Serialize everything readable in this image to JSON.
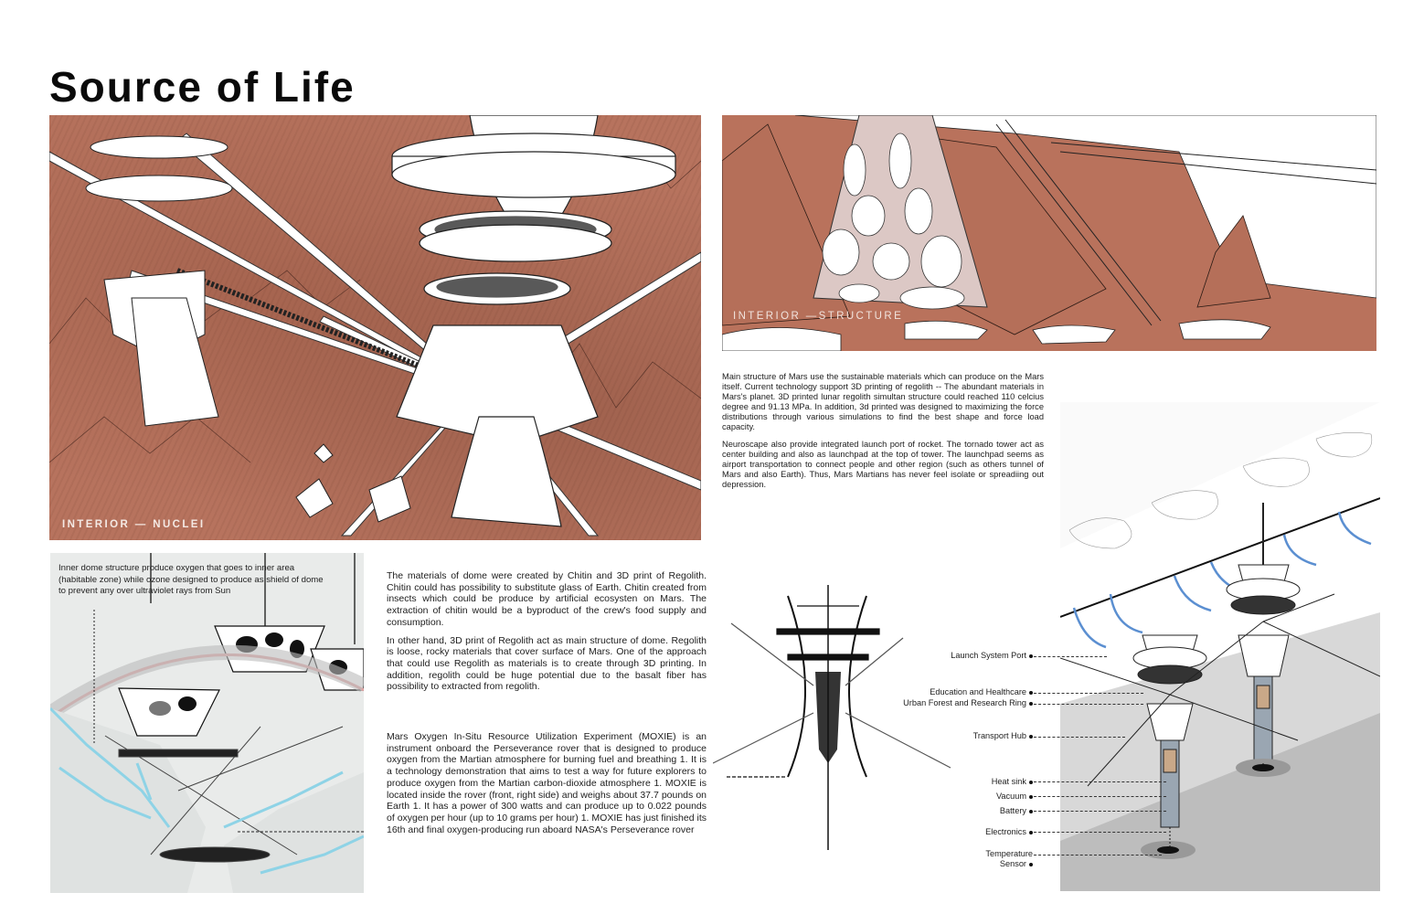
{
  "page": {
    "title": "Source of Life"
  },
  "panels": {
    "nuclei": {
      "label": "INTERIOR — NUCLEI",
      "colors": {
        "terrain": "#b7735e",
        "structure": "#ffffff",
        "line": "#2a1a14"
      }
    },
    "structure": {
      "label": "INTERIOR —STRUCTURE",
      "colors": {
        "terrain": "#b9725c",
        "lattice": "#d9c3c0"
      }
    },
    "dome": {
      "caption": "Inner dome structure produce oxygen that goes to inner area (habitable zone) while ozone designed to produce as shield of dome to prevent any over ultraviolet rays from Sun",
      "colors": {
        "background": "#e9ebea",
        "water": "#8ed3e6",
        "ozone": "#e2a3a3"
      }
    },
    "tower": {
      "colors": {
        "arrows": "#5b8fd1",
        "ground": "#bdbdbd"
      }
    }
  },
  "texts": {
    "structure": [
      "Main structure of Mars use the sustainable materials which can produce on the Mars itself. Current technology support 3D printing of regolith -- The abundant materials in Mars's planet. 3D printed lunar regolith simultan structure could reached 110 celcius degree and 91.13 MPa. In addition, 3d printed was designed to maximizing the force distributions through various simulations to find the best shape and force load capacity.",
      "Neuroscape also provide integrated launch port of rocket. The tornado tower act as center building and also as launchpad at the top of tower.  The launchpad seems as airport transportation to connect people and other region (such as others tunnel of Mars and also Earth). Thus, Mars Martians has never feel isolate or spreadiing out depression."
    ],
    "dome": [
      "The materials of dome were created by Chitin and 3D print of Regolith. Chitin could has possibility to substitute glass of Earth. Chitin created from insects which could be produce by artificial ecosysten on Mars. The extraction of chitin would be a byproduct of the crew's food supply and consumption.",
      "In other hand, 3D print of Regolith act as main structure of dome. Regolith is loose, rocky materials that cover surface of Mars. One of the approach that could use Regolith as materials is to create through 3D printing. In addition, regolith could be huge potential due to the basalt fiber has possibility to extracted from regolith."
    ],
    "moxie": "Mars Oxygen In-Situ Resource Utilization Experiment (MOXIE) is an instrument onboard the Perseverance rover that is designed to produce oxygen from the Martian atmosphere for burning fuel and breathing 1. It is a technology demonstration that aims to test a way for future explorers to produce oxygen from the Martian carbon-dioxide atmosphere 1. MOXIE is located inside the rover (front, right side) and weighs about 37.7 pounds on Earth 1. It has a power of 300 watts and can produce up to 0.022 pounds of oxygen per hour (up to 10 grams per hour) 1. MOXIE has just finished its 16th and final oxygen-producing run aboard NASA's Perseverance rover"
  },
  "callouts": [
    {
      "label": "Launch System Port"
    },
    {
      "label": "Education and Healthcare"
    },
    {
      "label": "Urban Forest and Research Ring"
    },
    {
      "label": "Transport Hub"
    },
    {
      "label": "Heat sink"
    },
    {
      "label": "Vacuum"
    },
    {
      "label": "Battery"
    },
    {
      "label": "Electronics"
    },
    {
      "label": "Temperature Sensor"
    }
  ]
}
